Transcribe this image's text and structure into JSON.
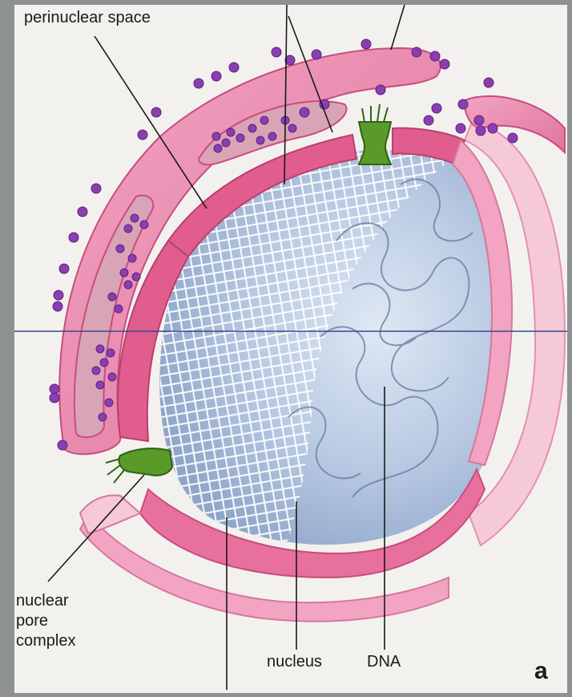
{
  "labels": {
    "perinuclear_space": "perinuclear space",
    "nuclear_pore_complex": [
      "nuclear",
      "pore",
      "complex"
    ],
    "nucleus": "nucleus",
    "dna": "DNA",
    "panel": "a"
  },
  "colors": {
    "background_texture": "#8e9191",
    "paper": "#f3f1ee",
    "membrane_pink": "#e77fa6",
    "membrane_dark": "#c84d7e",
    "lumen": "#d9a4b6",
    "ribosome": "#8a3fb0",
    "pore": "#5a9a2a",
    "nucleus_blue": "#a9bfdc",
    "lamina": "#ffffff"
  }
}
